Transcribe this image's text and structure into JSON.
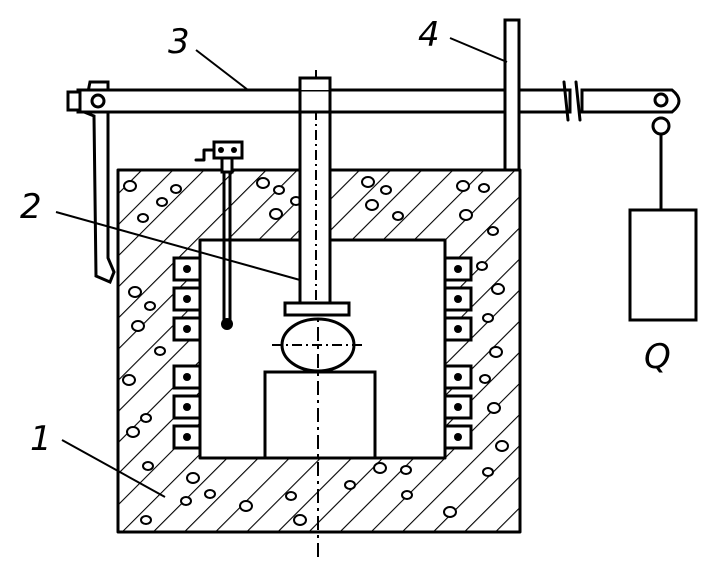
{
  "diagram": {
    "labels": {
      "furnace": "1",
      "pressing_rod": "2",
      "lever": "3",
      "guide_rod": "4",
      "weight": "Q"
    }
  }
}
